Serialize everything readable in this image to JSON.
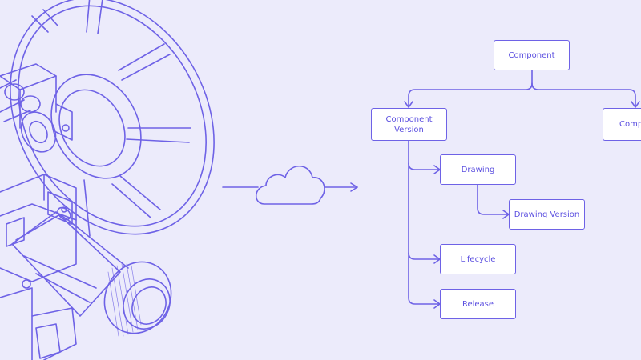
{
  "colors": {
    "background": "#ecebfb",
    "line": "#6e62e6",
    "text": "#5b4fe0",
    "box_fill": "#ffffff"
  },
  "illustration": {
    "name": "machine-part-illustration",
    "cloud_icon": "cloud-icon"
  },
  "nodes": {
    "component": "Component",
    "component_version": "Component\nVersion",
    "component_right": "Component",
    "drawing": "Drawing",
    "drawing_version": "Drawing Version",
    "lifecycle": "Lifecycle",
    "release": "Release"
  }
}
